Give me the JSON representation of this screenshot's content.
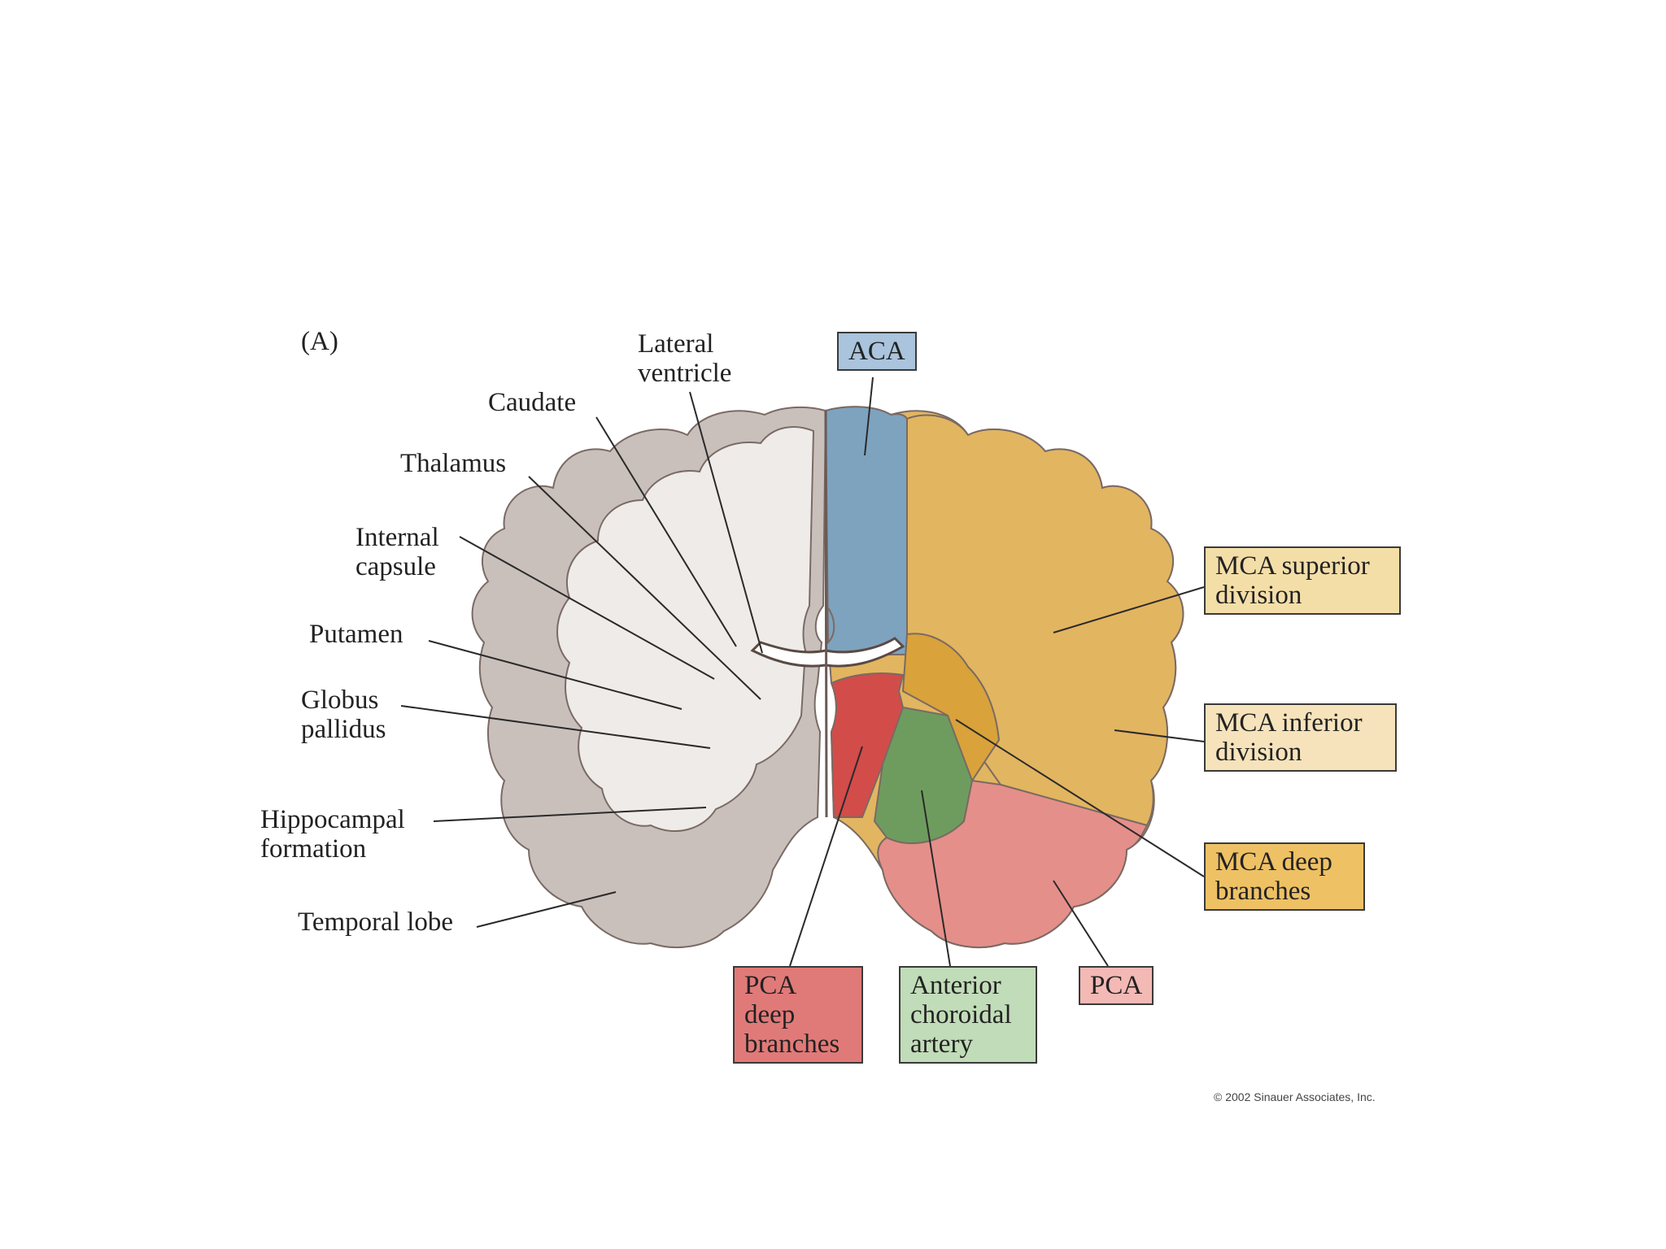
{
  "panel_label": "(A)",
  "left_labels": {
    "lateral_ventricle": "Lateral\nventricle",
    "caudate": "Caudate",
    "thalamus": "Thalamus",
    "internal_capsule": "Internal\ncapsule",
    "putamen": "Putamen",
    "globus_pallidus": "Globus\npallidus",
    "hippocampal_formation": "Hippocampal\nformation",
    "temporal_lobe": "Temporal lobe"
  },
  "territory_boxes": {
    "aca": {
      "label": "ACA",
      "color": "#a9c4dc"
    },
    "mca_superior": {
      "label": "MCA superior\ndivision",
      "color": "#f4dea8"
    },
    "mca_inferior": {
      "label": "MCA inferior\ndivision",
      "color": "#f6e3bb"
    },
    "mca_deep": {
      "label": "MCA deep\nbranches",
      "color": "#eec165"
    },
    "pca_deep": {
      "label": "PCA\ndeep\nbranches",
      "color": "#e07a78"
    },
    "anterior_choroidal": {
      "label": "Anterior\nchoroidal\nartery",
      "color": "#c1dcb8"
    },
    "pca": {
      "label": "PCA",
      "color": "#f3b9b5"
    }
  },
  "region_colors": {
    "gray_matter": "#c9c0bc",
    "white_matter": "#eeebe9",
    "aca_fill": "#7ea3bf",
    "mca_fill": "#e2b560",
    "mca_deep_fill": "#d9a23a",
    "pca_deep_fill": "#d24c4a",
    "ant_choroidal_fill": "#6e9c5e",
    "pca_fill": "#e58f8a"
  },
  "copyright": "© 2002 Sinauer Associates, Inc."
}
